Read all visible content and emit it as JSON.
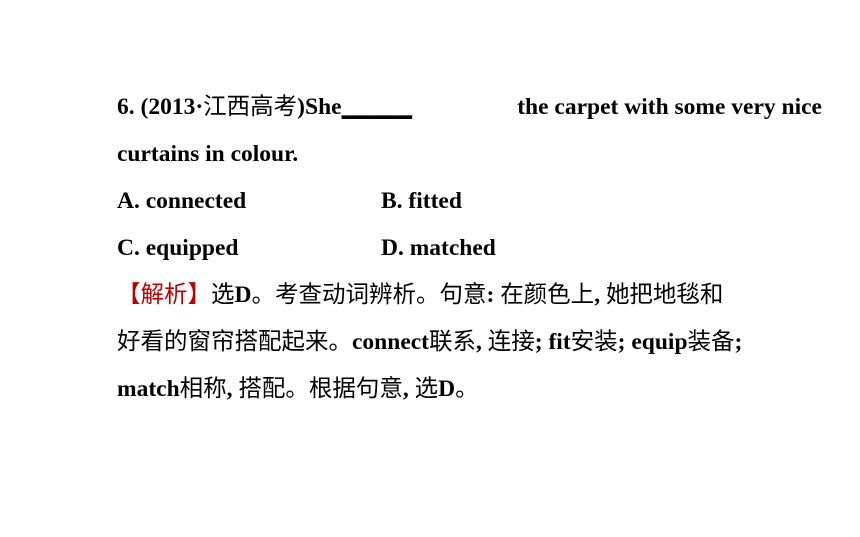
{
  "question": {
    "stem_part1": "6. (2013·",
    "source": "江西高考",
    "stem_part2": ")She",
    "blank": "______",
    "stem_part3": "the carpet with some very nice",
    "stem_line2": "curtains in colour."
  },
  "options": [
    {
      "text": "A. connected"
    },
    {
      "text": "B. fitted"
    },
    {
      "text": "C. equipped"
    },
    {
      "text": "D. matched"
    }
  ],
  "analysis": {
    "label": "【解析】",
    "line1_a": "选",
    "line1_b": "D",
    "line1_c": "。考查动词辨析。句意",
    "line1_d": ": ",
    "line1_e": "在颜色上",
    "line1_f": ", ",
    "line1_g": "她把地毯和",
    "line2_a": "好看的窗帘搭配起来。",
    "line2_b": "connect",
    "line2_c": "联系",
    "line2_d": ", ",
    "line2_e": "连接",
    "line2_f": "; fit",
    "line2_g": "安装",
    "line2_h": "; equip",
    "line2_i": "装备",
    "line2_j": ";",
    "line3_a": "match",
    "line3_b": "相称",
    "line3_c": ", ",
    "line3_d": "搭配。根据句意",
    "line3_e": ", ",
    "line3_f": "选",
    "line3_g": "D",
    "line3_h": "。"
  }
}
